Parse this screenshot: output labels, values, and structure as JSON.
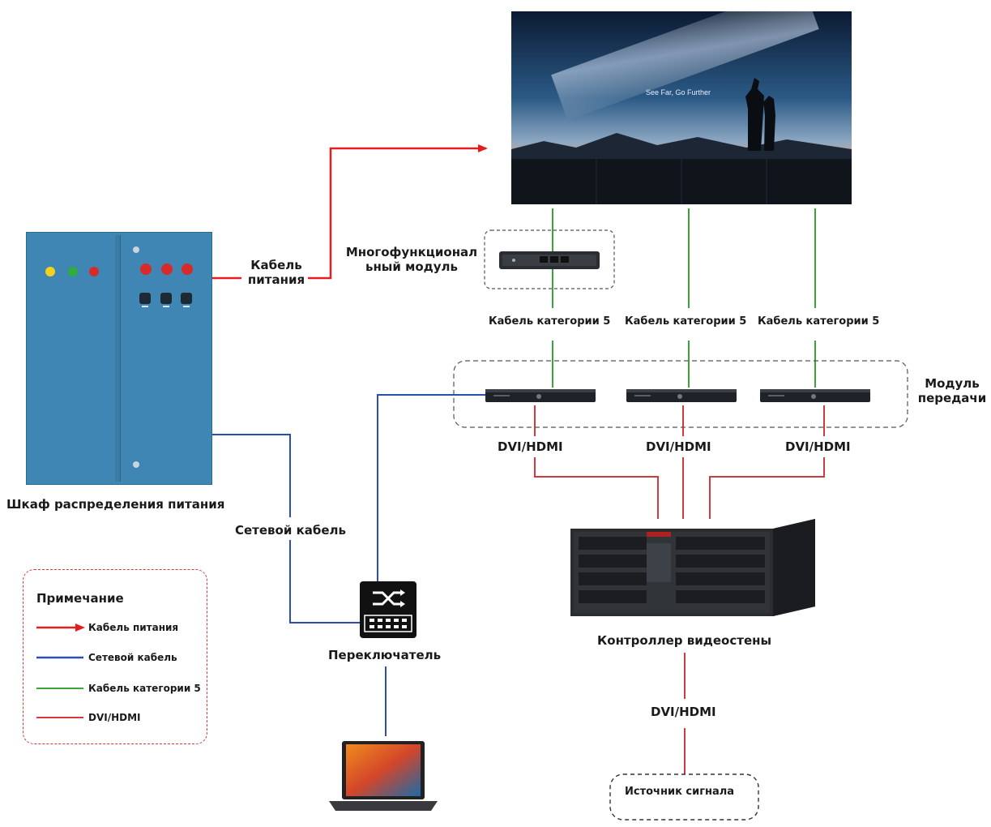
{
  "labels": {
    "power_cable": "Кабель\nпитания",
    "multifunction_module": "Многофункционал\nьный модуль",
    "cat5_1": "Кабель категории 5",
    "cat5_2": "Кабель категории 5",
    "cat5_3": "Кабель категории 5",
    "transmission_module": "Модуль\nпередачи",
    "dvi_1": "DVI/HDMI",
    "dvi_2": "DVI/HDMI",
    "dvi_3": "DVI/HDMI",
    "dvi_4": "DVI/HDMI",
    "cabinet": "Шкаф распределения питания",
    "network_cable": "Сетевой кабель",
    "switch": "Переключатель",
    "controller": "Контроллер видеостены",
    "signal_source": "Источник сигнала",
    "screen_tagline": "See Far, Go Further"
  },
  "legend": {
    "title": "Примечание",
    "items": [
      {
        "label": "Кабель питания",
        "color": "#e02020"
      },
      {
        "label": "Сетевой кабель",
        "color": "#2a4fb0"
      },
      {
        "label": "Кабель категории 5",
        "color": "#3aa63a"
      },
      {
        "label": "DVI/HDMI",
        "color": "#d23b3b"
      }
    ]
  },
  "colors": {
    "power": "#e02020",
    "network": "#2a4fb0",
    "cat5": "#3aa63a",
    "dvi": "#d23b3b",
    "cabinet": "#3f86b4"
  }
}
